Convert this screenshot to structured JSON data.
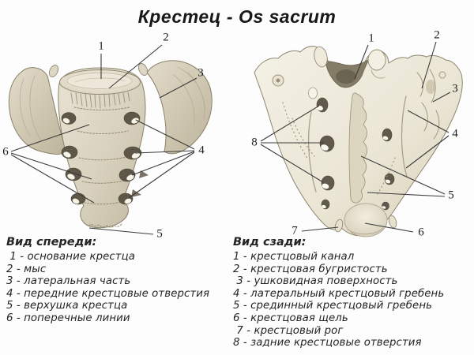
{
  "title": "Крестец -  Os sacrum",
  "front": {
    "legend_title": "Вид спереди:",
    "legend": [
      " 1 - основание крестца",
      "2 - мыс",
      "3 - латеральная часть",
      "4 - передние крестцовые отверстия",
      "5 - верхушка крестца",
      "6 - поперечные линии"
    ],
    "callouts": [
      "1",
      "2",
      "3",
      "4",
      "5",
      "6"
    ]
  },
  "back": {
    "legend_title": "Вид сзади:",
    "legend": [
      "1 - крестцовый канал",
      "2 - крестцовая бугристость",
      " 3 - ушковидная поверхность",
      "4 - латеральный крестцовый гребень",
      "5 - срединный крестцовый гребень",
      "6 - крестцовая щель",
      " 7 - крестцовый рог",
      "8 - задние крестцовые отверстия"
    ],
    "callouts": [
      "1",
      "2",
      "3",
      "4",
      "5",
      "6",
      "7",
      "8"
    ]
  },
  "colors": {
    "background": "#fdfdfd",
    "bone_front": "#d8d1be",
    "bone_back": "#efebdf",
    "foramen_dark": "#5e5748",
    "leader_line": "#3b3b3b",
    "text": "#1f1f1f"
  }
}
